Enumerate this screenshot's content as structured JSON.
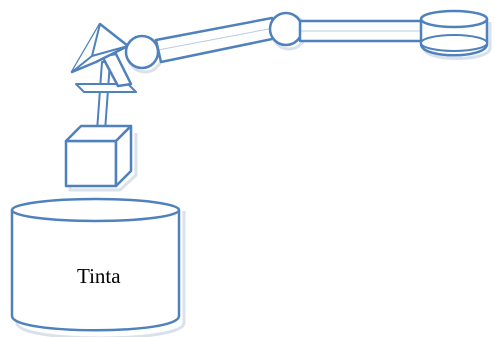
{
  "diagram": {
    "tank": {
      "label": "Tinta"
    },
    "palette": {
      "outline": "#4f81bd",
      "fill": "#ffffff",
      "shadow": "#b9c9df",
      "text": "#000000"
    },
    "parts": [
      "ink-tank",
      "nozzle-cube",
      "feed-tube",
      "spray-head",
      "shoulder-joint",
      "upper-arm",
      "elbow-joint",
      "forearm",
      "base-disc"
    ]
  }
}
